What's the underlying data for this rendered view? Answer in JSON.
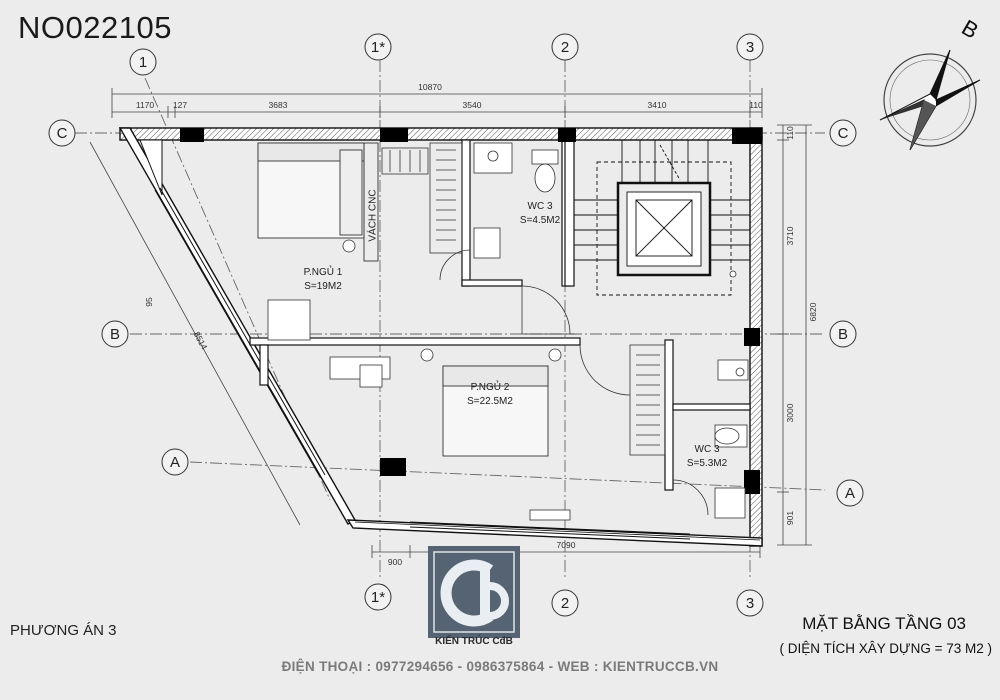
{
  "drawing_code": "NO022105",
  "option_label": "PHƯƠNG ÁN 3",
  "title": "MẶT BẰNG TẦNG 03",
  "subtitle": "( DIỆN TÍCH XÂY DỰNG = 73 M2 )",
  "compass_letter": "B",
  "grid_labels": {
    "top": [
      "1",
      "1*",
      "2",
      "3"
    ],
    "bottom": [
      "1*",
      "2",
      "3"
    ],
    "rows": [
      "C",
      "B",
      "A"
    ]
  },
  "dimensions": {
    "overall_top": "10870",
    "top_segments": [
      "1170",
      "127",
      "3683",
      "3540",
      "3410",
      "110"
    ],
    "right_segments": [
      "110",
      "3710",
      "3000",
      "901"
    ],
    "right_overall": "6820",
    "bottom_segments": [
      "900",
      "7090"
    ],
    "diagonal": "8514",
    "left_small": "95"
  },
  "rooms": [
    {
      "name": "P.NGỦ 1",
      "area": "S=19M2"
    },
    {
      "name": "P.NGỦ 2",
      "area": "S=22.5M2"
    },
    {
      "name": "WC 3",
      "area": "S=4.5M2"
    },
    {
      "name": "WC 3",
      "area": "S=5.3M2"
    }
  ],
  "partition_label": "VÁCH CNC",
  "logo": {
    "firm": "KIẾN TRÚC CđB"
  },
  "contact": {
    "phone_label": "ĐIỆN THOẠI :",
    "phones": "0977294656 - 0986375864",
    "web_label": "- WEB :",
    "website": "KIENTRUCCB.VN"
  }
}
